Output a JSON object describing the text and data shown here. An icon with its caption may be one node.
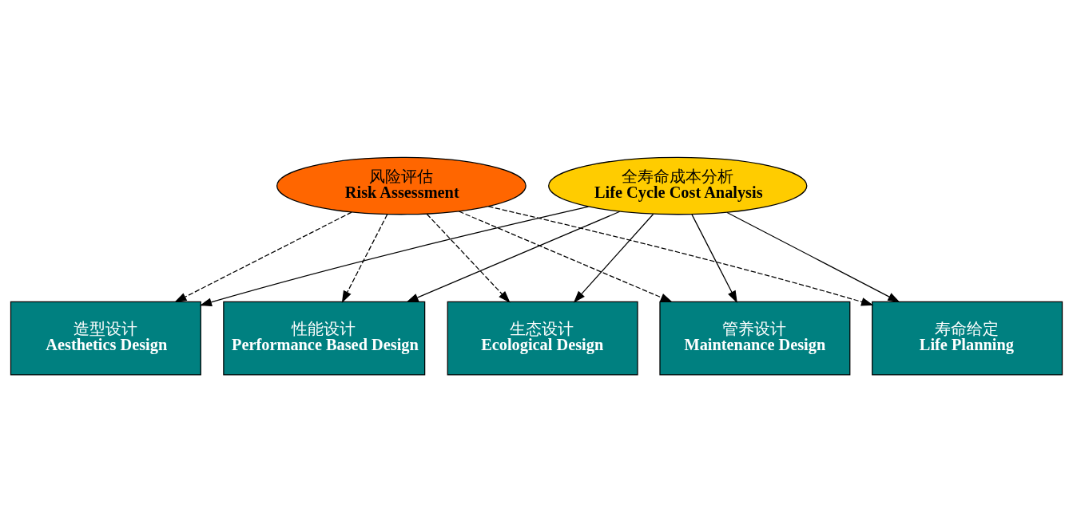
{
  "diagram": {
    "nodes": [
      {
        "text": [
          "风险评估",
          "Risk Assessment"
        ]
      },
      {
        "text": [
          "寿命给定",
          "Life Planning"
        ]
      },
      {
        "text": [
          "造型设计",
          "Aesthetics Design"
        ]
      },
      {
        "text": [
          "性能设计",
          "Performance Based Design"
        ]
      },
      {
        "text": [
          "生态设计",
          "Ecological Design"
        ]
      },
      {
        "text": [
          "管养设计",
          "Maintenance Design"
        ]
      },
      {
        "text": [
          "全寿命成本分析",
          "Life Cycle Cost Analysis"
        ]
      }
    ],
    "edges": [
      {
        "from": 0,
        "to": 1,
        "arrow": "to",
        "style": "dashed"
      },
      {
        "from": 0,
        "to": 2,
        "arrow": "to",
        "style": "dashed"
      },
      {
        "from": 0,
        "to": 3,
        "arrow": "to",
        "style": "dashed"
      },
      {
        "from": 0,
        "to": 4,
        "arrow": "to",
        "style": "dashed"
      },
      {
        "from": 0,
        "to": 5,
        "arrow": "to",
        "style": "dashed"
      },
      {
        "from": 6,
        "to": 1,
        "arrow": "to"
      },
      {
        "from": 6,
        "to": 2,
        "arrow": "to"
      },
      {
        "from": 6,
        "to": 3,
        "arrow": "to"
      },
      {
        "from": 6,
        "to": 4,
        "arrow": "to"
      },
      {
        "from": 6,
        "to": 5,
        "arrow": "to"
      }
    ]
  }
}
